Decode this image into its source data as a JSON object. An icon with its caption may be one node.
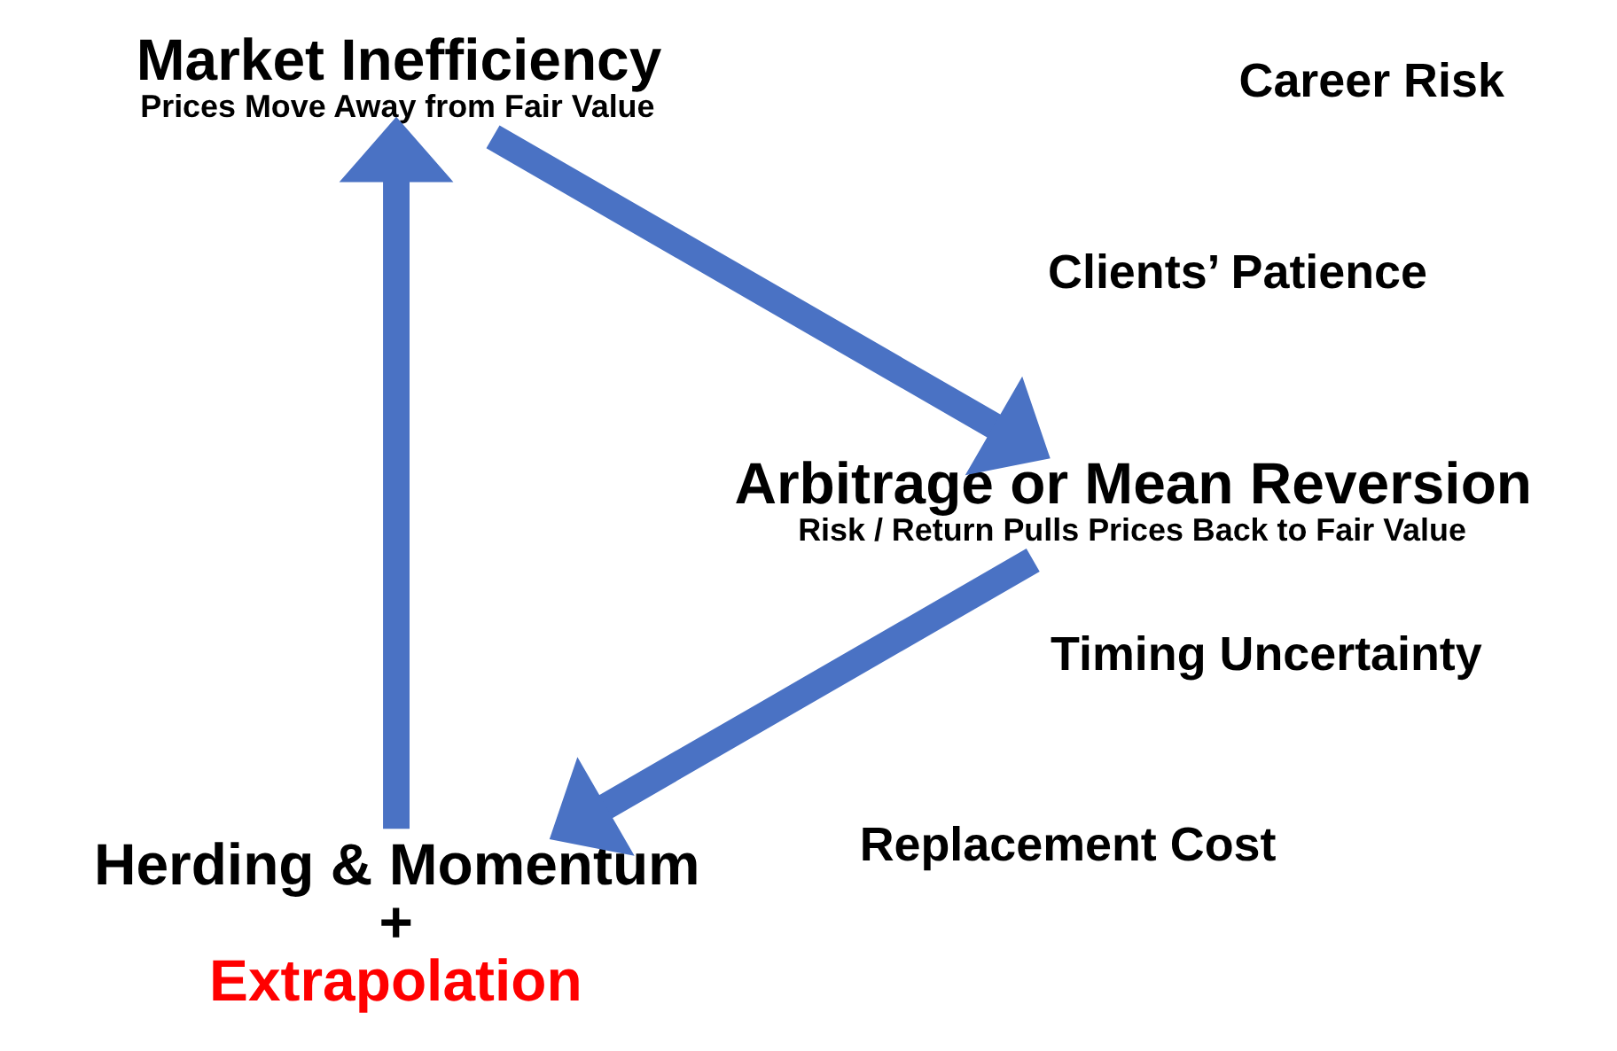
{
  "diagram": {
    "nodes": [
      {
        "text": [
          "Herding & Momentum",
          "+",
          "Extrapolation"
        ]
      },
      {
        "text": [
          "Market Inefficiency",
          "Prices Move Away from Fair Value"
        ]
      },
      {
        "text": [
          "Arbitrage or Mean Reversion",
          "Risk / Return Pulls Prices Back to Fair Value"
        ]
      }
    ],
    "edges": [
      {
        "from": 0,
        "to": 1,
        "arrow": "to"
      },
      {
        "from": 1,
        "to": 2,
        "arrow": "to"
      },
      {
        "from": 2,
        "to": 0,
        "arrow": "to"
      }
    ],
    "labels": [
      "Career Risk",
      "Clients’ Patience",
      "Timing Uncertainty",
      "Replacement Cost"
    ]
  }
}
